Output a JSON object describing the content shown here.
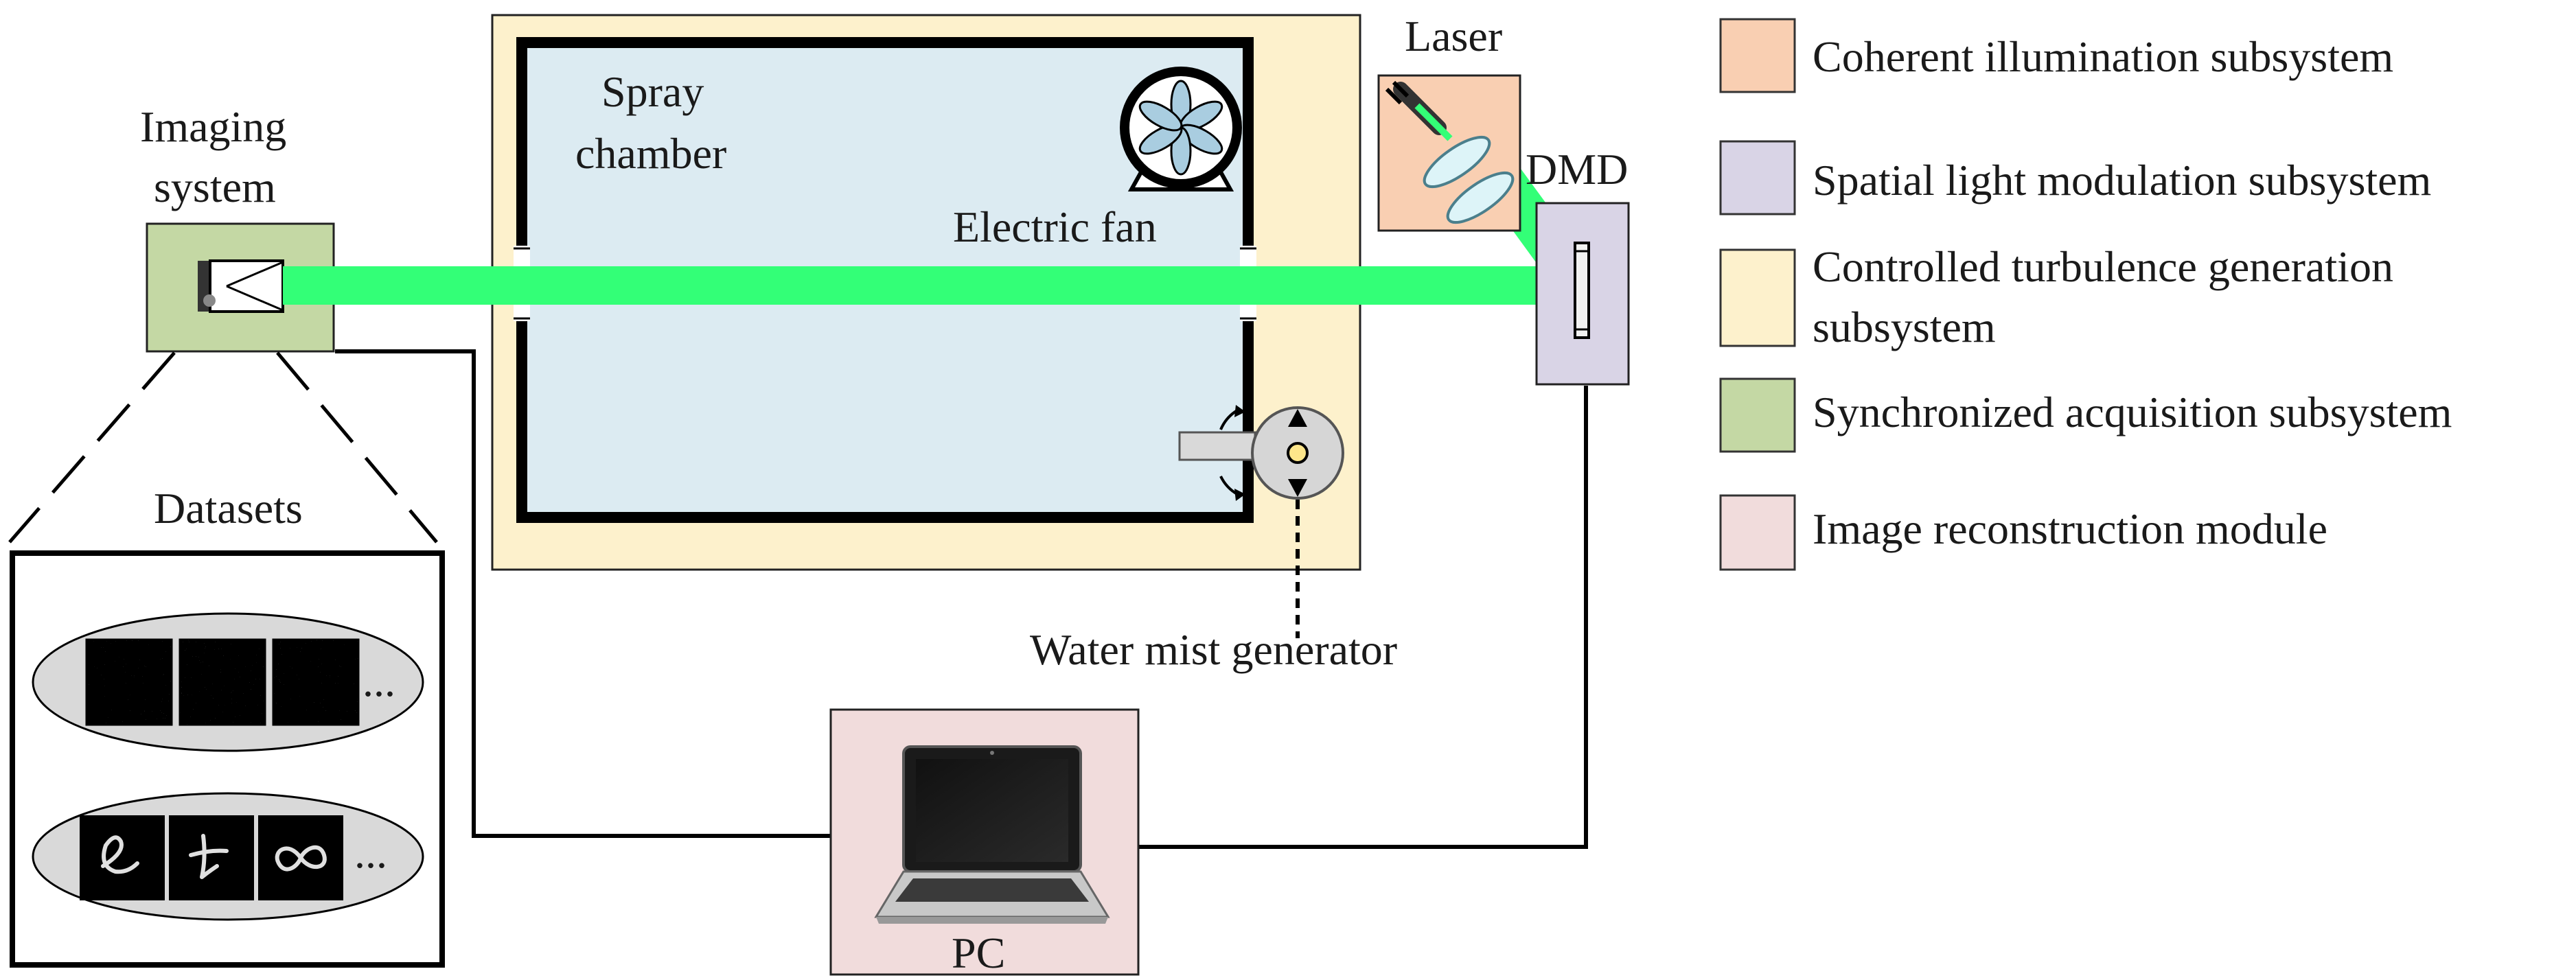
{
  "labels": {
    "imaging_system": [
      "Imaging",
      "system"
    ],
    "spray_chamber": [
      "Spray",
      "chamber"
    ],
    "electric_fan": "Electric fan",
    "laser": "Laser",
    "dmd": "DMD",
    "datasets": "Datasets",
    "water_mist_generator": "Water mist generator",
    "pc": "PC",
    "ellipsis": "..."
  },
  "legend": [
    {
      "lines": [
        "Coherent illumination subsystem"
      ],
      "color": "#f9cfb2"
    },
    {
      "lines": [
        "Spatial light modulation subsystem"
      ],
      "color": "#d9d4e6"
    },
    {
      "lines": [
        "Controlled turbulence generation",
        "subsystem"
      ],
      "color": "#fdf1cc"
    },
    {
      "lines": [
        "Synchronized acquisition subsystem"
      ],
      "color": "#c4d8a4"
    },
    {
      "lines": [
        "Image reconstruction module"
      ],
      "color": "#f1dcdc"
    }
  ],
  "colors": {
    "coherent_illumination": "#f9cfb2",
    "spatial_light_modulation": "#d9d4e6",
    "controlled_turbulence": "#fdf1cc",
    "synchronized_acquisition": "#c4d8a4",
    "image_reconstruction": "#f1dcdc",
    "chamber_interior": "#dcebf2",
    "laser_beam": "#33ff77",
    "dataset_ellipse": "#d9d9d9"
  },
  "datasets": {
    "row1": [
      "speckle-pattern",
      "speckle-pattern",
      "speckle-pattern"
    ],
    "row2": [
      "handwritten-e",
      "handwritten-t",
      "handwritten-infinity"
    ]
  }
}
